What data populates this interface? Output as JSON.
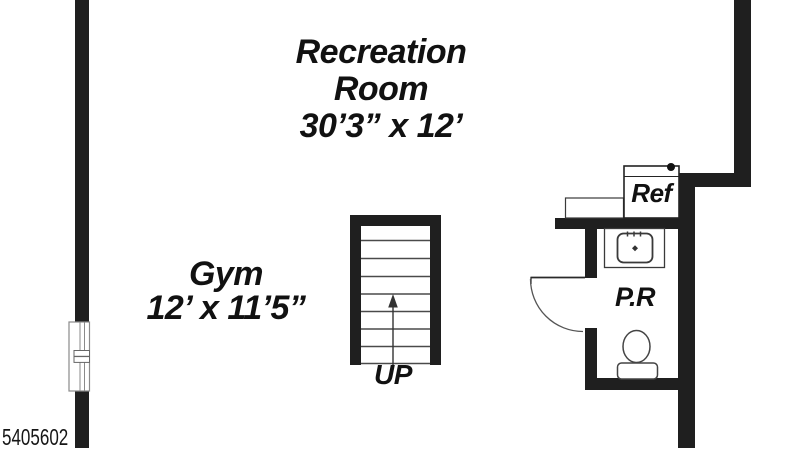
{
  "plan": {
    "listing_number": "5405602",
    "rooms": {
      "recreation_room": {
        "name_line1": "Recreation",
        "name_line2": "Room",
        "dimensions": "30’3” x 12’"
      },
      "gym": {
        "name": "Gym",
        "dimensions": "12’ x 11’5”"
      },
      "powder_room": {
        "label": "P.R"
      },
      "stairs": {
        "label": "UP"
      },
      "refrigerator": {
        "label": "Ref"
      }
    },
    "colors": {
      "wall": "#1f1f1f",
      "fixture_line": "#3f3f3f",
      "text": "#111111",
      "background": "#ffffff"
    }
  }
}
